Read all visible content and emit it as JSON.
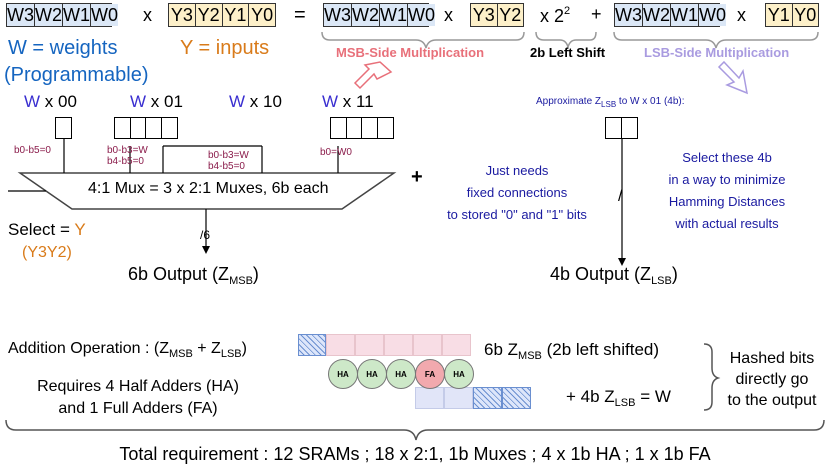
{
  "equation": {
    "w_bits": [
      "W3",
      "W2",
      "W1",
      "W0"
    ],
    "y_bits_full": [
      "Y3",
      "Y2",
      "Y1",
      "Y0"
    ],
    "y_bits_msb": [
      "Y3",
      "Y2"
    ],
    "y_bits_lsb": [
      "Y1",
      "Y0"
    ],
    "times": "x",
    "equals": "=",
    "shift_factor": "x 2",
    "shift_exp": "2",
    "plus": "+"
  },
  "legend": {
    "weights": "W = weights",
    "programmable": "(Programmable)",
    "inputs": "Y = inputs"
  },
  "labels": {
    "msb_side": "MSB-Side Multiplication",
    "left_shift": "2b Left Shift",
    "lsb_side": "LSB-Side Multiplication"
  },
  "msb_panel": {
    "inputs": [
      {
        "w": "W",
        "rest": " x 00"
      },
      {
        "w": "W",
        "rest": " x 01"
      },
      {
        "w": "W",
        "rest": " x 10"
      },
      {
        "w": "W",
        "rest": " x 11"
      }
    ],
    "conn_1": "b0-b5=0",
    "conn_2a": "b0-b3=W",
    "conn_2b": "b4-b5=0",
    "conn_3a": "b0-b3=W",
    "conn_3b": "b4-b5=0",
    "conn_4": "b0=W0",
    "mux": "4:1 Mux = 3 x 2:1 Muxes, 6b each",
    "select": "Select = ",
    "select_y": "Y",
    "select_bits": "(Y3Y2)",
    "bus_width": "/6",
    "output": "6b Output (Z",
    "output_sub": "MSB",
    "output_end": ")"
  },
  "plus_sign": "+",
  "lsb_panel": {
    "approx": "Approximate Z",
    "approx_sub": "LSB",
    "approx_rest": " to W x 01 (4b):",
    "left_note": [
      "Just needs",
      "fixed connections",
      "to stored \"0\" and \"1\" bits"
    ],
    "right_note": [
      "Select these 4b",
      "in a way to minimize",
      "Hamming Distances",
      "with actual results"
    ],
    "bus_slash": "/",
    "output": "4b Output (Z",
    "output_sub": "LSB",
    "output_end": ")"
  },
  "addition": {
    "op_label": "Addition Operation : (Z",
    "op_msb": "MSB",
    "op_plus": " + Z",
    "op_lsb": "LSB",
    "op_end": ")",
    "req_line1": "Requires 4 Half Adders (HA)",
    "req_line2": "and 1 Full Adders (FA)",
    "adders": [
      "HA",
      "HA",
      "HA",
      "FA",
      "HA"
    ],
    "msb_desc": "6b  Z",
    "msb_desc_sub": "MSB",
    "msb_desc_end": " (2b left shifted)",
    "lsb_desc": "+ 4b  Z",
    "lsb_desc_sub": "LSB",
    "lsb_desc_end": " = W",
    "hashed_note": [
      "Hashed bits",
      "directly go",
      "to the output"
    ]
  },
  "total": "Total requirement : 12 SRAMs ; 18 x 2:1, 1b Muxes ; 4 x 1b HA ; 1 x 1b FA",
  "colors": {
    "pink_panel": "#fbdde0",
    "blue_panel": "#dfe3f7",
    "msb_red": "#e8707a",
    "lsb_purple": "#a99be0",
    "ha_green": "#cde8c8",
    "fa_red": "#f2a9ae"
  }
}
